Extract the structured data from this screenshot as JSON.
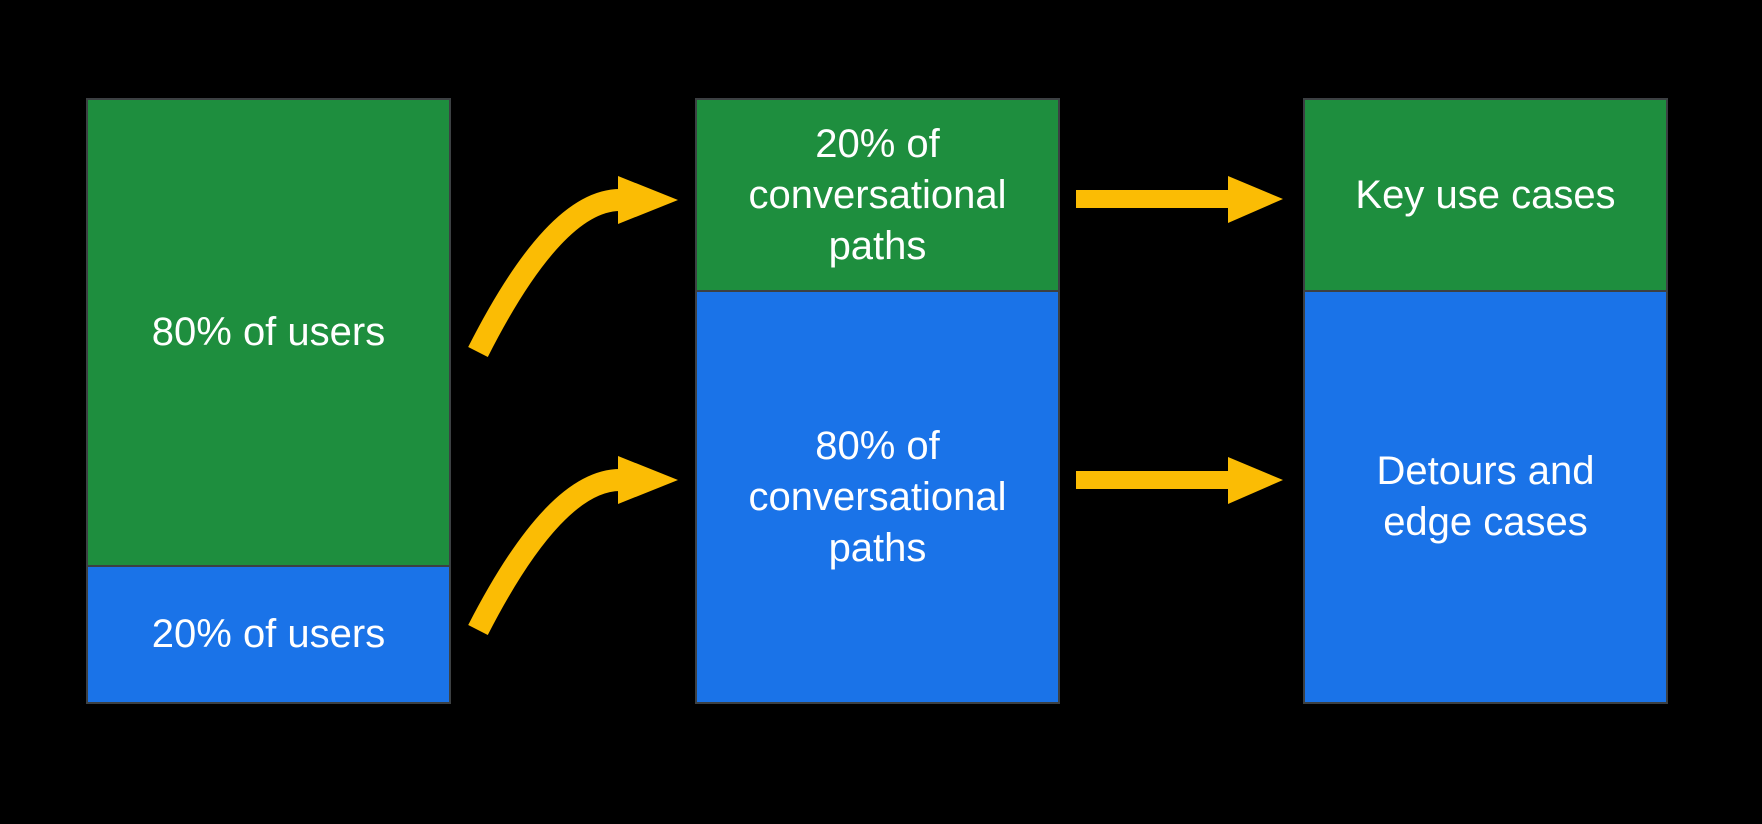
{
  "colors": {
    "background": "#000000",
    "green": "#1e8e3e",
    "blue": "#1a73e8",
    "arrow_yellow": "#fbbc04",
    "outline": "#3c4043",
    "text": "#ffffff"
  },
  "columns": [
    {
      "name": "users",
      "segments": [
        {
          "color": "green",
          "label": "80% of users"
        },
        {
          "color": "blue",
          "label": "20% of users"
        }
      ]
    },
    {
      "name": "conversational-paths",
      "segments": [
        {
          "color": "green",
          "label": "20% of\nconversational\npaths"
        },
        {
          "color": "blue",
          "label": "80% of\nconversational\npaths"
        }
      ]
    },
    {
      "name": "use-cases",
      "segments": [
        {
          "color": "green",
          "label": "Key use cases"
        },
        {
          "color": "blue",
          "label": "Detours and\nedge cases"
        }
      ]
    }
  ],
  "arrows": [
    {
      "shape": "curved",
      "color": "arrow_yellow",
      "from": "80% of users",
      "to": "20% of conversational paths"
    },
    {
      "shape": "curved",
      "color": "arrow_yellow",
      "from": "20% of users",
      "to": "80% of conversational paths"
    },
    {
      "shape": "straight",
      "color": "arrow_yellow",
      "from": "20% of conversational paths",
      "to": "Key use cases"
    },
    {
      "shape": "straight",
      "color": "arrow_yellow",
      "from": "80% of conversational paths",
      "to": "Detours and edge cases"
    }
  ]
}
